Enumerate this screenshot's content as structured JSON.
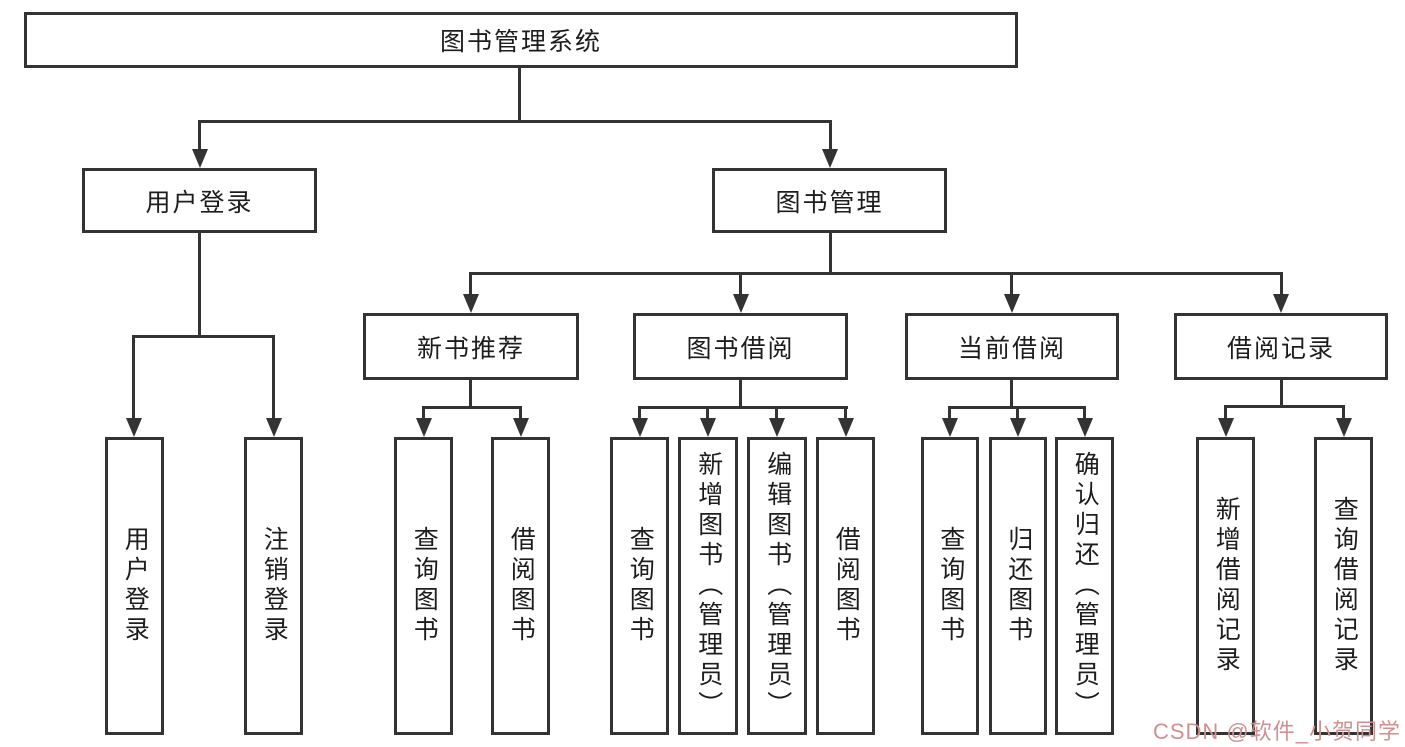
{
  "diagram_title": "图书管理系统",
  "colors": {
    "line": "#333333",
    "text": "#1d1d1d",
    "background": "#ffffff",
    "watermark": "#d18f8f"
  },
  "nodes": {
    "root": {
      "id": "library-system",
      "label": "图书管理系统"
    },
    "level2": [
      {
        "id": "user-login-module",
        "label": "用户登录",
        "parent": "library-system"
      },
      {
        "id": "book-management",
        "label": "图书管理",
        "parent": "library-system"
      }
    ],
    "level3": [
      {
        "id": "new-book-recommend",
        "label": "新书推荐",
        "parent": "book-management"
      },
      {
        "id": "book-borrowing",
        "label": "图书借阅",
        "parent": "book-management"
      },
      {
        "id": "current-borrowing",
        "label": "当前借阅",
        "parent": "book-management"
      },
      {
        "id": "borrowing-records",
        "label": "借阅记录",
        "parent": "book-management"
      }
    ],
    "leaves": [
      {
        "id": "user-login",
        "label": "用户登录",
        "parent": "user-login-module"
      },
      {
        "id": "logout",
        "label": "注销登录",
        "parent": "user-login-module"
      },
      {
        "id": "query-books-1",
        "label": "查询图书",
        "parent": "new-book-recommend"
      },
      {
        "id": "borrow-books-1",
        "label": "借阅图书",
        "parent": "new-book-recommend"
      },
      {
        "id": "query-books-2",
        "label": "查询图书",
        "parent": "book-borrowing"
      },
      {
        "id": "add-books-admin",
        "label": "新增图书（管理员）",
        "parent": "book-borrowing"
      },
      {
        "id": "edit-books-admin",
        "label": "编辑图书（管理员）",
        "parent": "book-borrowing"
      },
      {
        "id": "borrow-books-2",
        "label": "借阅图书",
        "parent": "book-borrowing"
      },
      {
        "id": "query-books-3",
        "label": "查询图书",
        "parent": "current-borrowing"
      },
      {
        "id": "return-books",
        "label": "归还图书",
        "parent": "current-borrowing"
      },
      {
        "id": "confirm-return-admin",
        "label": "确认归还（管理员）",
        "parent": "current-borrowing"
      },
      {
        "id": "add-borrow-record",
        "label": "新增借阅记录",
        "parent": "borrowing-records"
      },
      {
        "id": "query-borrow-record",
        "label": "查询借阅记录",
        "parent": "borrowing-records"
      }
    ]
  },
  "watermark": {
    "text": "CSDN @软件_小贺同学"
  }
}
